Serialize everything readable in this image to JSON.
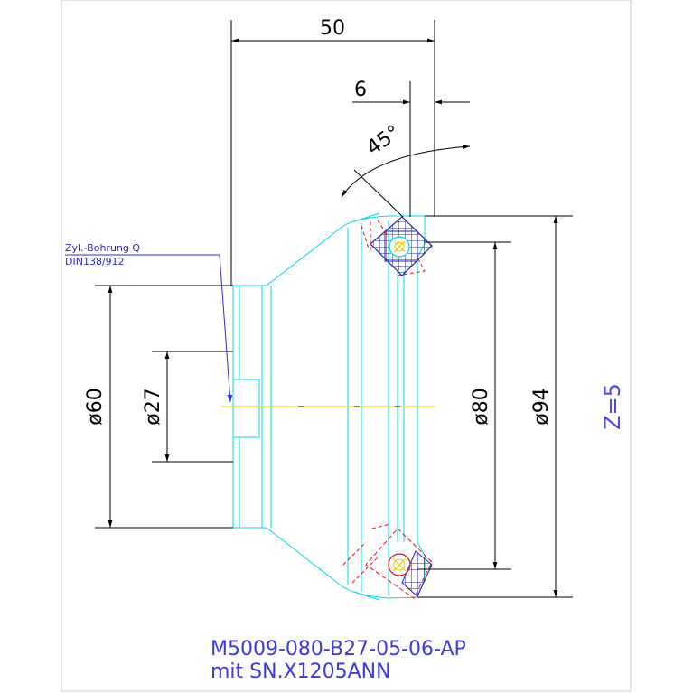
{
  "dimensions": {
    "total_length": "50",
    "chamfer_length": "6",
    "angle": "45°",
    "diameter_60": "ø60",
    "diameter_27": "ø27",
    "diameter_80": "ø80",
    "diameter_94": "ø94"
  },
  "teeth_label": "Z=5",
  "note": {
    "line1": "Zyl.-Bohrung Q",
    "line2": "DIN138/912"
  },
  "title": {
    "part_number": "M5009-080-B27-05-06-AP",
    "insert": "mit SN.X1205ANN"
  },
  "colors": {
    "outline": "#00d8e8",
    "dimension": "#000000",
    "centerline": "#e8e800",
    "hatch_insert": "#2222bb",
    "hatch_red": "#ee1111",
    "leader": "#2b2bd0",
    "frame": "#c8c8c8"
  }
}
